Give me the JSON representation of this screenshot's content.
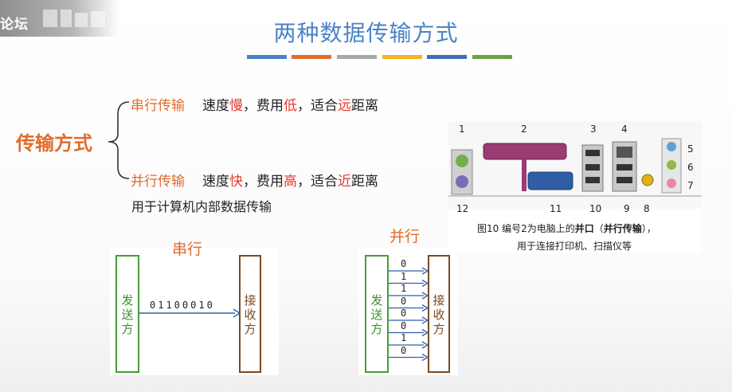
{
  "watermark": {
    "text": "论坛"
  },
  "title": "两种数据传输方式",
  "accent_bars": [
    "#4a83c6",
    "#e26b2a",
    "#a9a9a9",
    "#f2b51f",
    "#3e6db5",
    "#6aa246"
  ],
  "main_label": "传输方式",
  "serial": {
    "name": "串行传输",
    "speed_prefix": "速度",
    "speed_value": "慢",
    "cost_prefix": "，费用",
    "cost_value": "低",
    "suit_prefix": "，适合",
    "suit_value": "远",
    "suit_suffix": "距离"
  },
  "parallel": {
    "name": "并行传输",
    "speed_prefix": "速度",
    "speed_value": "快",
    "cost_prefix": "，费用",
    "cost_value": "高",
    "suit_prefix": "，适合",
    "suit_value": "近",
    "suit_suffix": "距离",
    "note": "用于计算机内部数据传输"
  },
  "port_image": {
    "numbers": [
      "1",
      "2",
      "3",
      "4",
      "5",
      "6",
      "7",
      "8",
      "9",
      "10",
      "11",
      "12"
    ],
    "caption_prefix": "图10  编号2为电脑上的",
    "caption_bold1": "并口",
    "caption_paren_open": "（",
    "caption_bold2": "并行传输",
    "caption_paren_close": "），",
    "caption_line2": "用于连接打印机、扫描仪等"
  },
  "serial_diagram": {
    "title": "串行",
    "sender": [
      "发",
      "送",
      "方"
    ],
    "receiver": [
      "接",
      "收",
      "方"
    ],
    "bits": "01100010"
  },
  "parallel_diagram": {
    "title": "并行",
    "sender": [
      "发",
      "送",
      "方"
    ],
    "receiver": [
      "接",
      "收",
      "方"
    ],
    "bits": [
      "0",
      "1",
      "1",
      "0",
      "0",
      "0",
      "1",
      "0"
    ]
  }
}
